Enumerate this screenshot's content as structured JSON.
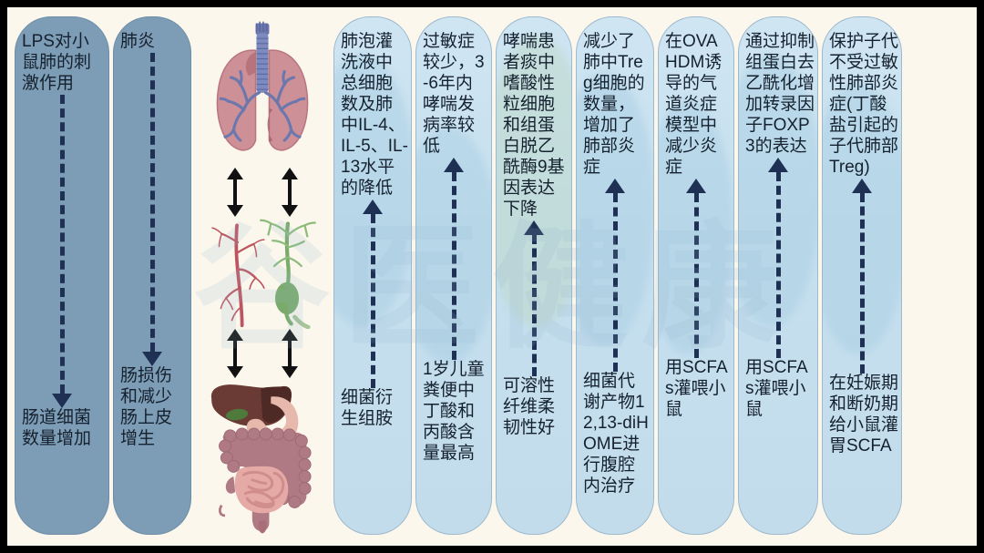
{
  "figure": {
    "background_color": "#fbf7ec",
    "border_color": "#000000",
    "dark_column_color": "#7d9cb5",
    "light_column_color": "#c6e0ef",
    "arrow_color": "#1e3054",
    "watermark_text": "谷医健康"
  },
  "columns": [
    {
      "id": "col-1",
      "style": "dark",
      "arrow": "down",
      "top_text": "LPS对小鼠肺的刺激作用",
      "bottom_text": "肠道细菌数量增加"
    },
    {
      "id": "col-2",
      "style": "dark",
      "arrow": "down",
      "top_text": "肺炎",
      "bottom_text": "肠损伤和减少肠上皮增生"
    },
    {
      "id": "col-illustration",
      "style": "illustration",
      "arrow": "bidirectional",
      "items": [
        "lungs-illustration",
        "vascular-tree-red",
        "neuron-green",
        "gut-illustration"
      ]
    },
    {
      "id": "col-3",
      "style": "light",
      "arrow": "up",
      "top_text": "肺泡灌洗液中总细胞数及肺中IL-4、IL-5、IL-13水平的降低",
      "bottom_text": "细菌衍生组胺"
    },
    {
      "id": "col-4",
      "style": "light",
      "arrow": "up",
      "top_text": "过敏症较少，3-6年内哮喘发病率较低",
      "bottom_text": "1岁儿童粪便中丁酸和丙酸含量最高"
    },
    {
      "id": "col-5",
      "style": "light",
      "arrow": "up",
      "top_text": "哮喘患者痰中嗜酸性粒细胞和组蛋白脱乙酰酶9基因表达下降",
      "bottom_text": "可溶性纤维柔韧性好"
    },
    {
      "id": "col-6",
      "style": "light",
      "arrow": "up",
      "top_text": "减少了肺中Treg细胞的数量，增加了肺部炎症",
      "bottom_text": "细菌代谢产物12,13-diHOME进行腹腔内治疗"
    },
    {
      "id": "col-7",
      "style": "light",
      "arrow": "up",
      "top_text": "在OVA HDM诱导的气道炎症模型中减少炎症",
      "bottom_text": "用SCFAs灌喂小鼠"
    },
    {
      "id": "col-8",
      "style": "light",
      "arrow": "up",
      "top_text": "通过抑制组蛋白去乙酰化增加转录因子FOXP3的表达",
      "bottom_text": "用SCFAs灌喂小鼠"
    },
    {
      "id": "col-9",
      "style": "light",
      "arrow": "up",
      "top_text": "保护子代不受过敏性肺部炎症(丁酸盐引起的子代肺部Treg)",
      "bottom_text": "在妊娠期和断奶期给小鼠灌胃SCFA"
    }
  ]
}
